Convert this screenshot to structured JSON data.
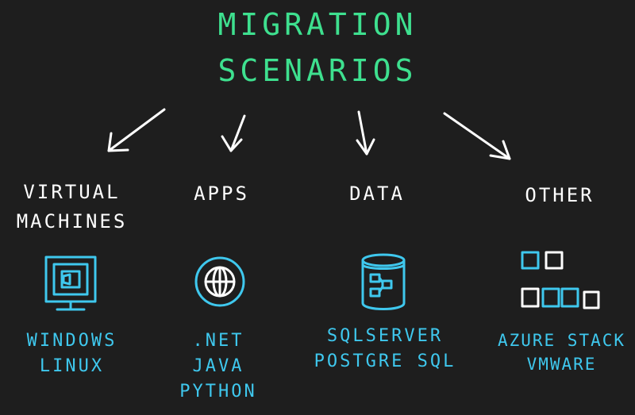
{
  "title": {
    "line1": "MIGRATION",
    "line2": "SCENARIOS"
  },
  "colors": {
    "title": "#3ee08f",
    "category": "#ffffff",
    "item": "#3fc8ee",
    "background": "#1e1e1e"
  },
  "categories": [
    {
      "label_lines": [
        "VIRTUAL",
        "MACHINES"
      ],
      "icon": "virtual-machine-icon",
      "items": [
        "WINDOWS",
        "LINUX"
      ]
    },
    {
      "label_lines": [
        "APPS"
      ],
      "icon": "globe-icon",
      "items": [
        ".NET",
        "JAVA",
        "PYTHON"
      ]
    },
    {
      "label_lines": [
        "DATA"
      ],
      "icon": "database-icon",
      "items": [
        "SQLSERVER",
        "POSTGRE SQL"
      ]
    },
    {
      "label_lines": [
        "OTHER"
      ],
      "icon": "blocks-icon",
      "items": [
        "AZURE STACK",
        "VMWARE"
      ]
    }
  ]
}
